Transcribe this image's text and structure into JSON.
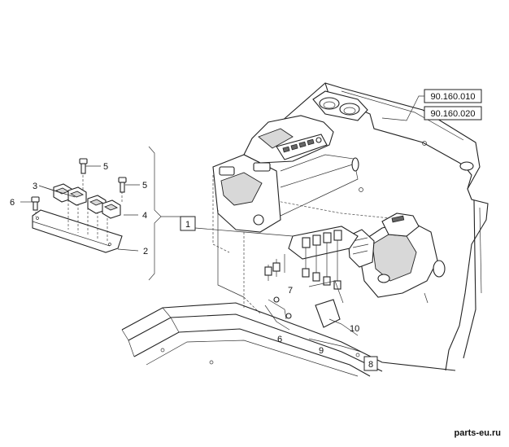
{
  "refs": [
    "90.160.010",
    "90.160.020"
  ],
  "callouts": {
    "c1": "1",
    "c2": "2",
    "c3": "3",
    "c4": "4",
    "c5a": "5",
    "c5b": "5",
    "c6a": "6",
    "c6b": "6",
    "c7": "7",
    "c8": "8",
    "c9": "9",
    "c10": "10"
  },
  "watermark": "parts-eu.ru"
}
